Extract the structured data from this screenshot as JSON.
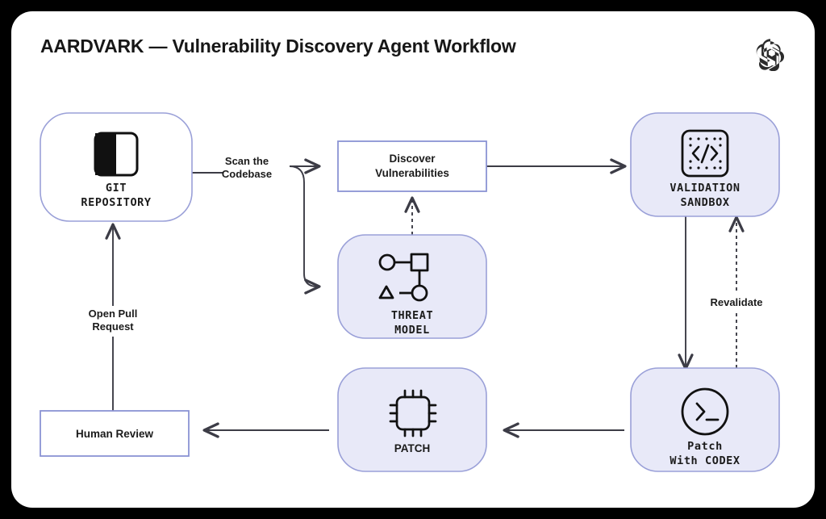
{
  "header": {
    "title": "AARDVARK — Vulnerability Discovery Agent Workflow",
    "logo_name": "openai-logo"
  },
  "theme": {
    "page_background": "#000000",
    "card_background": "#ffffff",
    "node_fill_lavender": "#e8e9f8",
    "node_fill_white": "#ffffff",
    "node_border": "#9aa0d8",
    "box_border": "#8b93d4",
    "edge_color": "#3c3c46",
    "text_color": "#1b1b1b"
  },
  "diagram": {
    "type": "flowchart",
    "nodes": [
      {
        "id": "git-repository",
        "label_line1": "GIT",
        "label_line2": "REPOSITORY",
        "icon": "repository-split-icon",
        "shape": "rounded",
        "fill": "white",
        "font": "mono"
      },
      {
        "id": "discover-vulnerabilities",
        "label_line1": "Discover",
        "label_line2": "Vulnerabilities",
        "icon": "none",
        "shape": "rect",
        "fill": "white",
        "font": "sans"
      },
      {
        "id": "threat-model",
        "label_line1": "THREAT",
        "label_line2": "MODEL",
        "icon": "threat-graph-icon",
        "shape": "rounded",
        "fill": "lavender",
        "font": "mono"
      },
      {
        "id": "validation-sandbox",
        "label_line1": "VALIDATION",
        "label_line2": "SANDBOX",
        "icon": "code-brackets-icon",
        "shape": "rounded",
        "fill": "lavender",
        "font": "mono"
      },
      {
        "id": "patch-with-codex",
        "label_line1": "Patch",
        "label_line2": "With CODEX",
        "icon": "terminal-prompt-icon",
        "shape": "rounded",
        "fill": "lavender",
        "font": "mono"
      },
      {
        "id": "patch",
        "label_line1": "PATCH",
        "label_line2": "",
        "icon": "cpu-chip-icon",
        "shape": "rounded",
        "fill": "lavender",
        "font": "sans"
      },
      {
        "id": "human-review",
        "label_line1": "Human Review",
        "label_line2": "",
        "icon": "none",
        "shape": "rect",
        "fill": "white",
        "font": "sans"
      }
    ],
    "edges": [
      {
        "id": "scan-the-codebase",
        "from": "git-repository",
        "to": "discover-vulnerabilities",
        "label_line1": "Scan the",
        "label_line2": "Codebase",
        "style": "solid"
      },
      {
        "id": "scan-to-threat-model",
        "from": "git-repository",
        "to": "threat-model",
        "label_line1": "",
        "label_line2": "",
        "style": "solid"
      },
      {
        "id": "threat-model-to-discover",
        "from": "threat-model",
        "to": "discover-vulnerabilities",
        "label_line1": "",
        "label_line2": "",
        "style": "dashed"
      },
      {
        "id": "discover-to-sandbox",
        "from": "discover-vulnerabilities",
        "to": "validation-sandbox",
        "label_line1": "",
        "label_line2": "",
        "style": "solid"
      },
      {
        "id": "sandbox-to-codex",
        "from": "validation-sandbox",
        "to": "patch-with-codex",
        "label_line1": "",
        "label_line2": "",
        "style": "solid"
      },
      {
        "id": "revalidate",
        "from": "patch-with-codex",
        "to": "validation-sandbox",
        "label_line1": "Revalidate",
        "label_line2": "",
        "style": "dashed"
      },
      {
        "id": "codex-to-patch",
        "from": "patch-with-codex",
        "to": "patch",
        "label_line1": "",
        "label_line2": "",
        "style": "solid"
      },
      {
        "id": "patch-to-human-review",
        "from": "patch",
        "to": "human-review",
        "label_line1": "",
        "label_line2": "",
        "style": "solid"
      },
      {
        "id": "open-pull-request",
        "from": "human-review",
        "to": "git-repository",
        "label_line1": "Open Pull",
        "label_line2": "Request",
        "style": "solid"
      }
    ]
  }
}
